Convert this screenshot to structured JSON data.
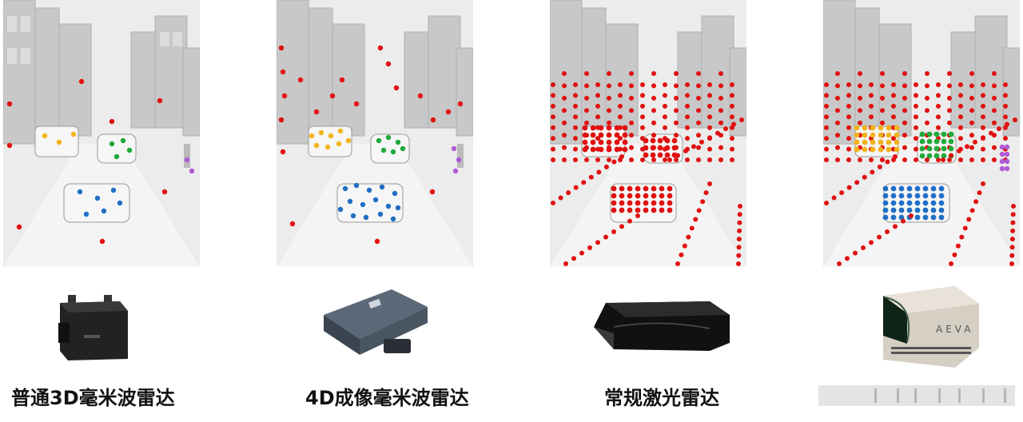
{
  "captions": {
    "c1": "普通3D毫米波雷达",
    "c2": "4D成像毫米波雷达",
    "c3": "常规激光雷达"
  },
  "logo_text": "AEVA",
  "colors": {
    "point_red": "#e01010",
    "point_yellow": "#f2b31a",
    "point_green": "#1faa3a",
    "point_blue": "#1f6fc4",
    "point_purple": "#b05bd6",
    "street_bg": "#e9e9e9"
  },
  "icons": [
    "street-scene",
    "radar-3d-device",
    "radar-4d-device",
    "lidar-device",
    "aeva-4d-lidar-device"
  ]
}
